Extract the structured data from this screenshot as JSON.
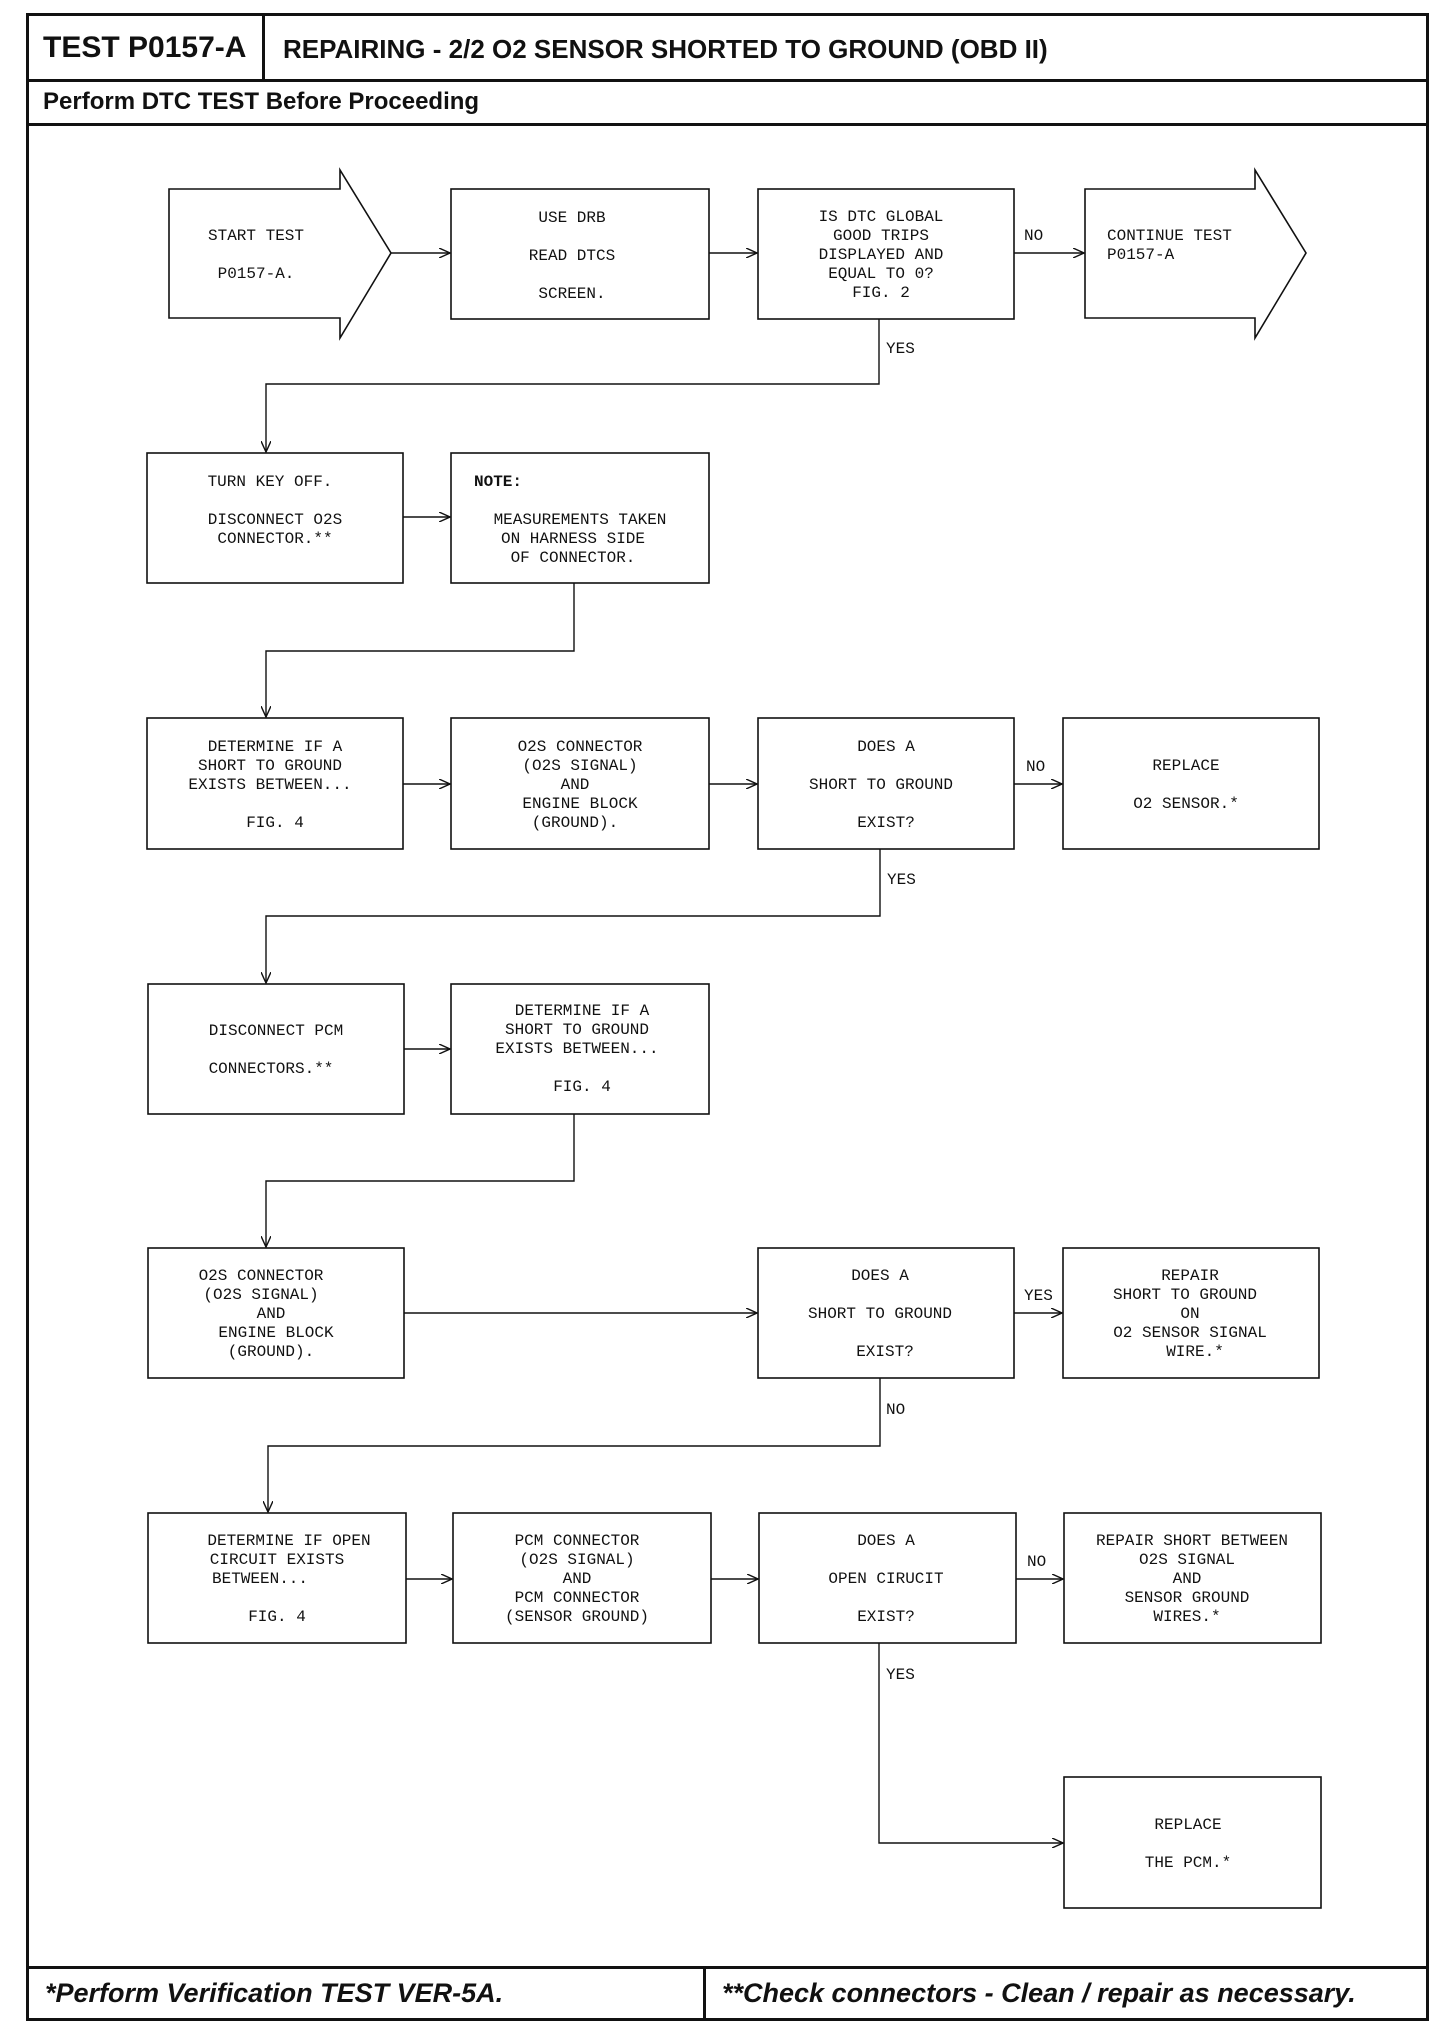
{
  "header": {
    "test_id": "TEST P0157-A",
    "title": "REPAIRING - 2/2 O2 SENSOR SHORTED TO GROUND (OBD II)",
    "subtitle": "Perform DTC TEST Before Proceeding"
  },
  "footer": {
    "left": "*Perform Verification TEST VER-5A.",
    "right": "**Check connectors - Clean / repair as necessary."
  },
  "flowchart": {
    "start": [
      "START TEST",
      "P0157-A."
    ],
    "use_drb": [
      "USE DRB",
      "READ DTCS",
      "SCREEN."
    ],
    "q_dtc": [
      "IS DTC GLOBAL",
      "GOOD TRIPS",
      "DISPLAYED AND",
      "EQUAL TO 0?",
      "FIG. 2"
    ],
    "continue": [
      "CONTINUE TEST",
      "P0157-A"
    ],
    "turn_key": [
      "TURN KEY OFF.",
      "DISCONNECT O2S",
      "CONNECTOR.**"
    ],
    "note_title": "NOTE:",
    "note": [
      "MEASUREMENTS TAKEN",
      "ON HARNESS SIDE",
      "OF CONNECTOR."
    ],
    "determine1": [
      "DETERMINE IF A",
      "SHORT TO GROUND",
      "EXISTS BETWEEN...",
      "FIG. 4"
    ],
    "o2s_conn1": [
      "O2S CONNECTOR",
      "(O2S SIGNAL)",
      "AND",
      "ENGINE BLOCK",
      "(GROUND)."
    ],
    "q_short1": [
      "DOES A",
      "SHORT TO GROUND",
      "EXIST?"
    ],
    "replace_o2": [
      "REPLACE",
      "O2 SENSOR.*"
    ],
    "disc_pcm": [
      "DISCONNECT PCM",
      "CONNECTORS.**"
    ],
    "determine2": [
      "DETERMINE IF A",
      "SHORT TO GROUND",
      "EXISTS BETWEEN...",
      "FIG. 4"
    ],
    "o2s_conn2": [
      "O2S CONNECTOR",
      "(O2S SIGNAL)",
      "AND",
      "ENGINE BLOCK",
      "(GROUND)."
    ],
    "q_short2": [
      "DOES A",
      "SHORT TO GROUND",
      "EXIST?"
    ],
    "repair_short": [
      "REPAIR",
      "SHORT TO GROUND",
      "ON",
      "O2 SENSOR SIGNAL",
      "WIRE.*"
    ],
    "determine_open": [
      "DETERMINE IF OPEN",
      "CIRCUIT EXISTS",
      "BETWEEN...",
      "FIG. 4"
    ],
    "pcm_conn": [
      "PCM CONNECTOR",
      "(O2S SIGNAL)",
      "AND",
      "PCM CONNECTOR",
      "(SENSOR GROUND)"
    ],
    "q_open": [
      "DOES A",
      "OPEN CIRUCIT",
      "EXIST?"
    ],
    "repair_between": [
      "REPAIR SHORT BETWEEN",
      "O2S SIGNAL",
      "AND",
      "SENSOR GROUND",
      "WIRES.*"
    ],
    "replace_pcm": [
      "REPLACE",
      "THE PCM.*"
    ],
    "labels": {
      "no": "NO",
      "yes": "YES"
    }
  }
}
